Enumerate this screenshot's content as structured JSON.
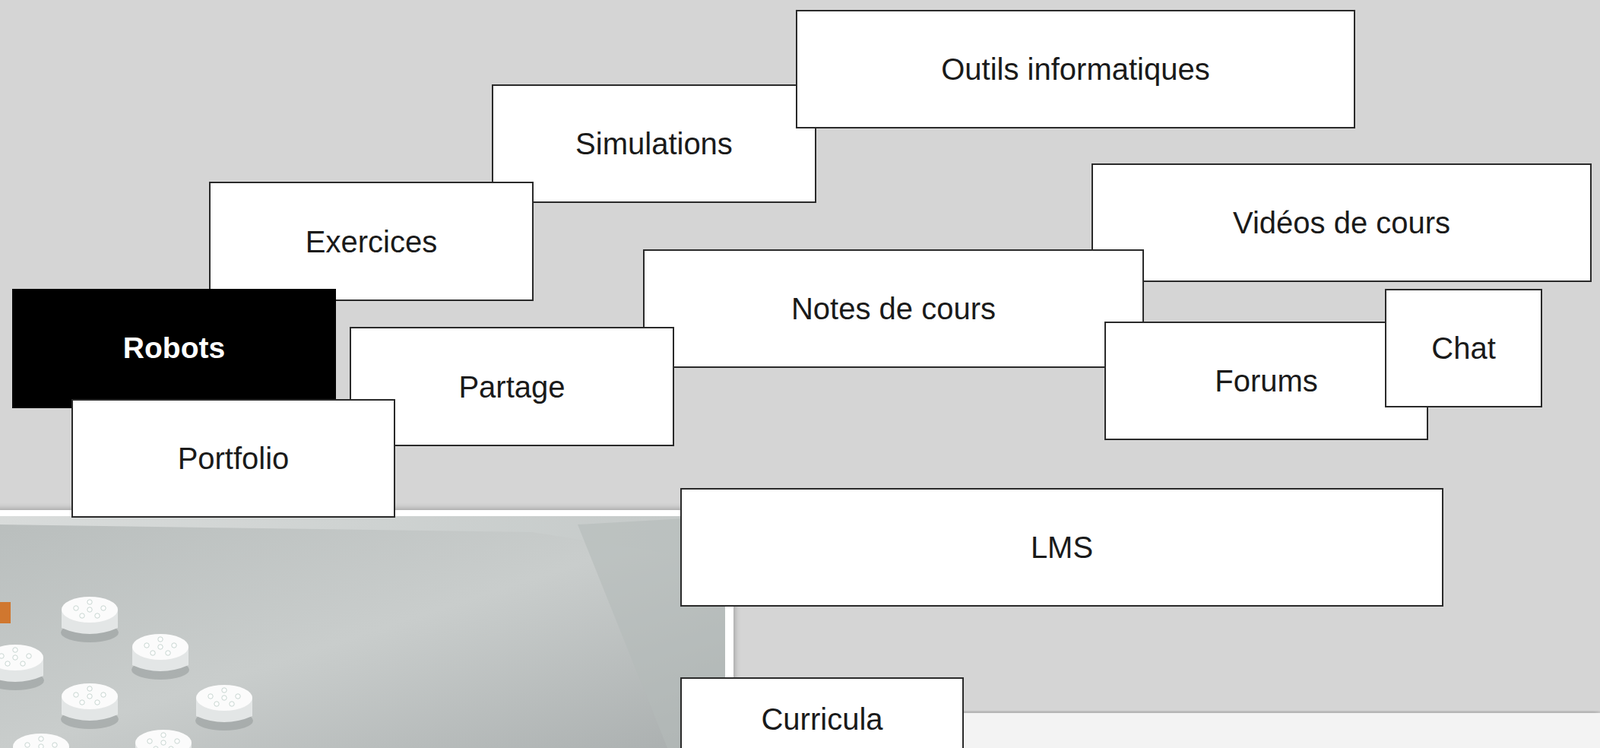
{
  "diagram": {
    "nodes": [
      {
        "text": [
          "Outils informatiques"
        ]
      },
      {
        "text": [
          "Simulations"
        ]
      },
      {
        "text": [
          "Exercices"
        ]
      },
      {
        "text": [
          "Vidéos de cours"
        ]
      },
      {
        "text": [
          "Notes de cours"
        ]
      },
      {
        "text": [
          "Robots"
        ]
      },
      {
        "text": [
          "Chat"
        ]
      },
      {
        "text": [
          "Partage"
        ]
      },
      {
        "text": [
          "Forums"
        ]
      },
      {
        "text": [
          "Portfolio"
        ]
      },
      {
        "text": [
          "LMS"
        ]
      },
      {
        "text": [
          "Curricula"
        ]
      }
    ]
  }
}
